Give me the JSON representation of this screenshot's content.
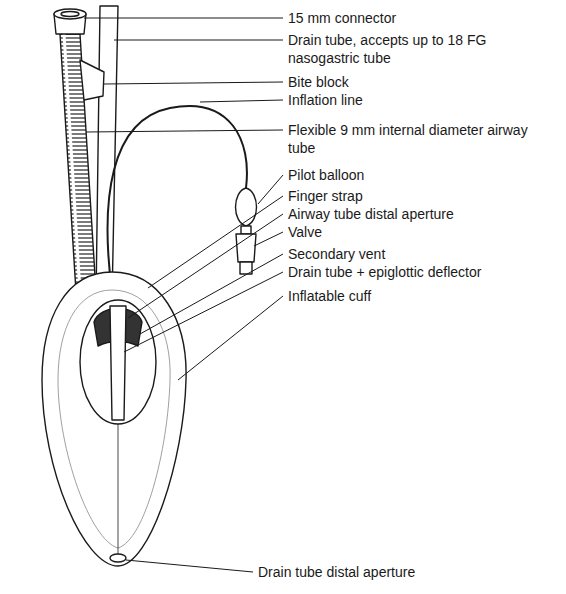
{
  "diagram": {
    "labels": [
      "15 mm connector",
      "Drain tube, accepts up to 18 FG nasogastric tube",
      "Bite block",
      "Inflation line",
      "Flexible 9 mm internal diameter airway tube",
      "Pilot balloon",
      "Finger strap",
      "Airway tube distal aperture",
      "Valve",
      "Secondary vent",
      "Drain tube + epiglottic deflector",
      "Inflatable cuff",
      "Drain tube distal aperture"
    ]
  }
}
